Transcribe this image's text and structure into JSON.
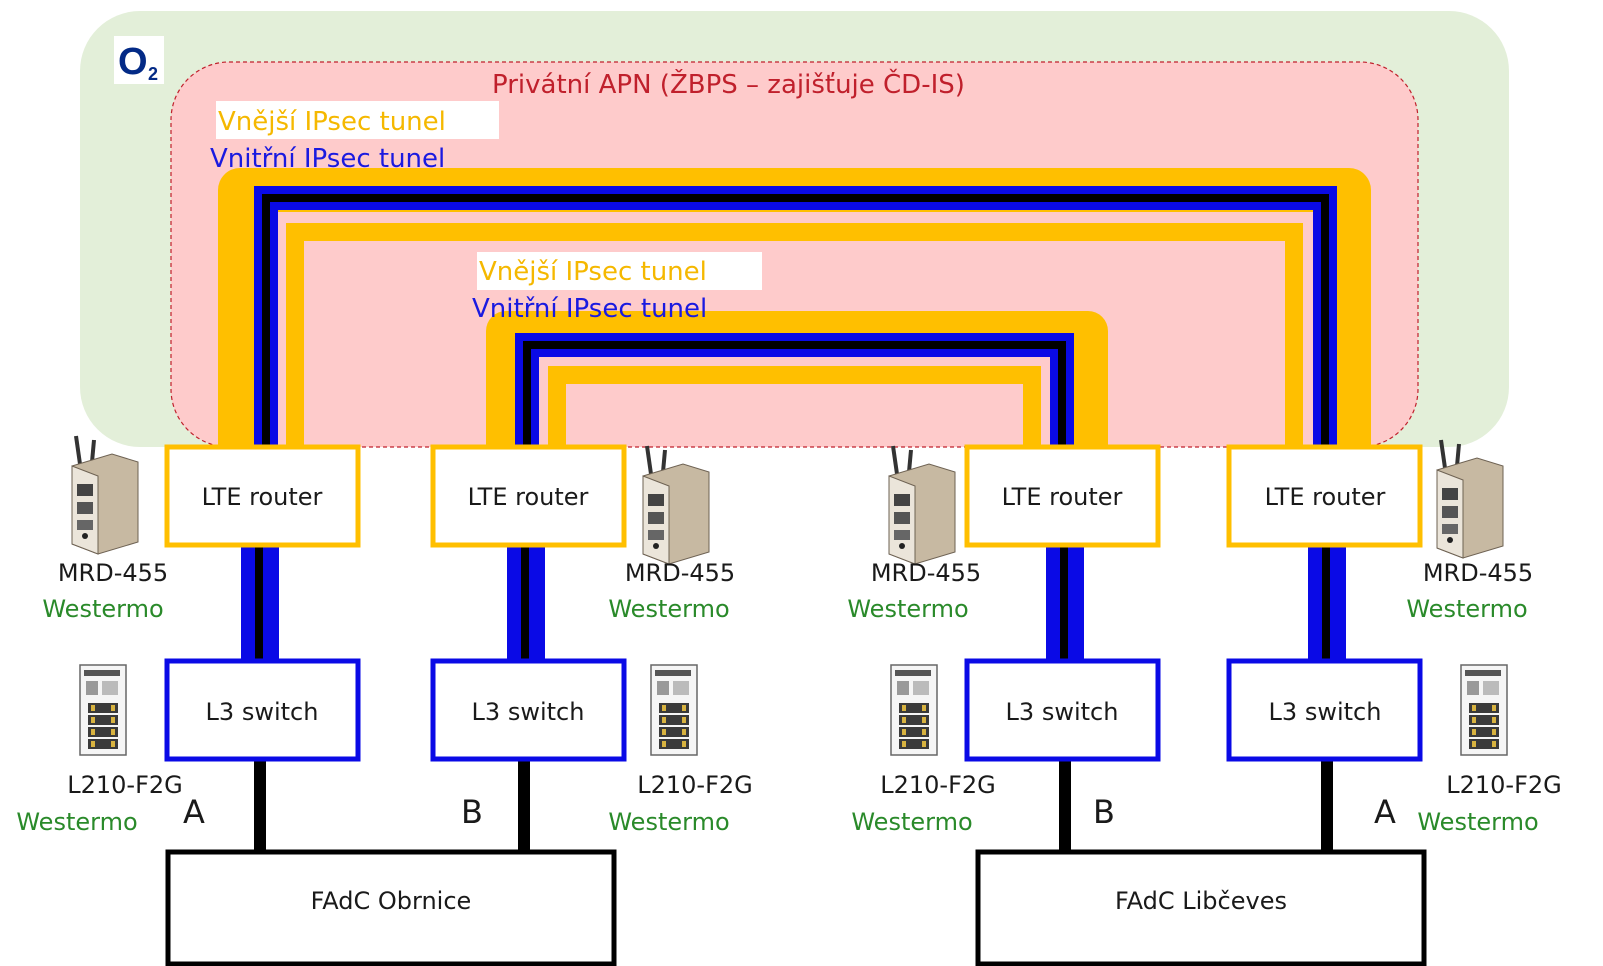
{
  "brand": {
    "logo_text": "O",
    "logo_sub": "2",
    "logo_color": "#032a86"
  },
  "colors": {
    "operator_cloud": "#e3efd9",
    "apn_area": "#fecbcb",
    "apn_border": "#c0202c",
    "outer_tunnel": "#ffbf00",
    "inner_tunnel": "#0a0ae6",
    "link": "#000000",
    "router_border": "#ffbf00",
    "switch_border": "#0a0ae6",
    "vendor_text": "#2a8a2a"
  },
  "apn_label": "Privátní APN (ŽBPS – zajišťuje ČD-IS)",
  "tunnels": {
    "outer": {
      "outer_label": "Vnější IPsec tunel",
      "inner_label": "Vnitřní IPsec tunel"
    },
    "inner": {
      "outer_label": "Vnější IPsec tunel",
      "inner_label": "Vnitřní IPsec tunel"
    }
  },
  "routers": [
    {
      "label": "LTE router",
      "model": "MRD-455",
      "vendor": "Westermo",
      "icon": "lte-router-device-icon"
    },
    {
      "label": "LTE router",
      "model": "MRD-455",
      "vendor": "Westermo",
      "icon": "lte-router-device-icon"
    },
    {
      "label": "LTE router",
      "model": "MRD-455",
      "vendor": "Westermo",
      "icon": "lte-router-device-icon"
    },
    {
      "label": "LTE router",
      "model": "MRD-455",
      "vendor": "Westermo",
      "icon": "lte-router-device-icon"
    }
  ],
  "switches": [
    {
      "label": "L3 switch",
      "model": "L210-F2G",
      "vendor": "Westermo",
      "path": "A",
      "icon": "switch-device-icon"
    },
    {
      "label": "L3 switch",
      "model": "L210-F2G",
      "vendor": "Westermo",
      "path": "B",
      "icon": "switch-device-icon"
    },
    {
      "label": "L3 switch",
      "model": "L210-F2G",
      "vendor": "Westermo",
      "path": "B",
      "icon": "switch-device-icon"
    },
    {
      "label": "L3 switch",
      "model": "L210-F2G",
      "vendor": "Westermo",
      "path": "A",
      "icon": "switch-device-icon"
    }
  ],
  "sites": [
    {
      "label": "FAdC Obrnice"
    },
    {
      "label": "FAdC Libčeves"
    }
  ]
}
